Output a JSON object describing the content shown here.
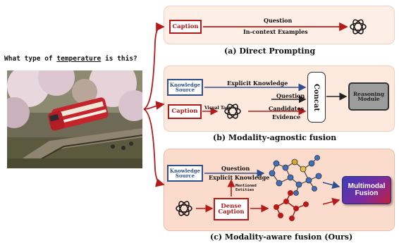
{
  "question": {
    "prefix": "What type of ",
    "keyword": "temperature",
    "suffix": " is this?"
  },
  "panel_a": {
    "caption": "Caption",
    "question": "Question",
    "examples": "In-context Examples",
    "title": "(a) Direct Prompting"
  },
  "panel_b": {
    "knowledge_source": "Knowledge Source",
    "explicit_knowledge": "Explicit Knowledge",
    "visual_tags": "Visual Tags",
    "caption": "Caption",
    "question": "Question",
    "candidates": "Candidates",
    "evidence": "Evidence",
    "concat": "Concat",
    "reasoning_module": "Reasoning Module",
    "title": "(b) Modality-agnostic fusion"
  },
  "panel_c": {
    "knowledge_source": "Knowledge Source",
    "question": "Question",
    "explicit_knowledge": "Explicit Knowledge",
    "mentioned_entities": "Mentioned Entities",
    "dense_caption": "Dense Caption",
    "multimodal_fusion": "Multimodal Fusion",
    "title": "(c) Modality-aware fusion (Ours)"
  },
  "colors": {
    "red": "#b51a1a",
    "blue": "#2f4f8f"
  }
}
